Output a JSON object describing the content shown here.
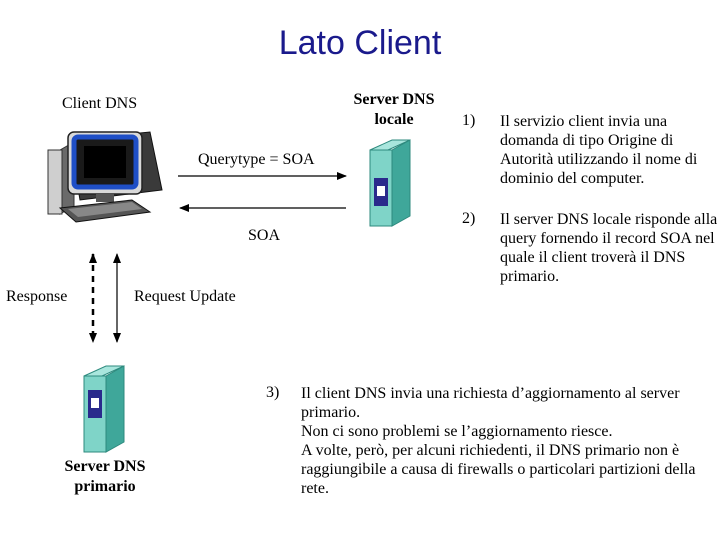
{
  "title": "Lato Client",
  "labels": {
    "client_dns": "Client DNS",
    "server_local": "Server DNS\nlocale",
    "querytype": "Querytype = SOA",
    "soa": "SOA",
    "response": "Response",
    "request_update": "Request Update",
    "server_primary": "Server DNS\nprimario"
  },
  "steps": [
    {
      "num": "1)",
      "text": "Il servizio client invia una domanda di tipo Origine di Autorità utilizzando il nome di dominio del computer."
    },
    {
      "num": "2)",
      "text": "Il server DNS locale risponde alla query fornendo il record SOA nel quale il client troverà il DNS primario."
    },
    {
      "num": "3)",
      "text": "Il client DNS invia una richiesta d’aggiornamento al server primario.\nNon ci sono problemi se l’aggiornamento riesce.\nA volte, però, per alcuni richiedenti, il DNS primario non è raggiungibile a causa di firewalls o particolari partizioni della rete."
    }
  ],
  "colors": {
    "title": "#1a1a8c",
    "server_face": "#7fd4c8",
    "server_side": "#3fa79a",
    "server_slot": "#2a2a8c",
    "monitor_blue": "#1f4fc6"
  }
}
